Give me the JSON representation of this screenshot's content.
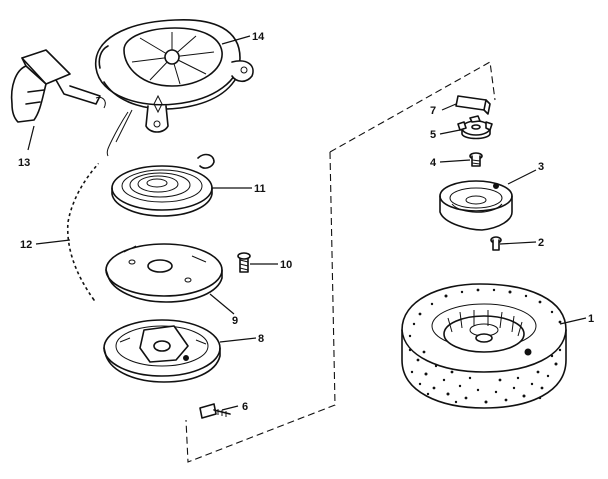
{
  "callouts": {
    "p1": "1",
    "p2": "2",
    "p3": "3",
    "p4": "4",
    "p5": "5",
    "p6": "6",
    "p7": "7",
    "p8": "8",
    "p9": "9",
    "p10": "10",
    "p11": "11",
    "p12": "12",
    "p13": "13",
    "p14": "14"
  }
}
